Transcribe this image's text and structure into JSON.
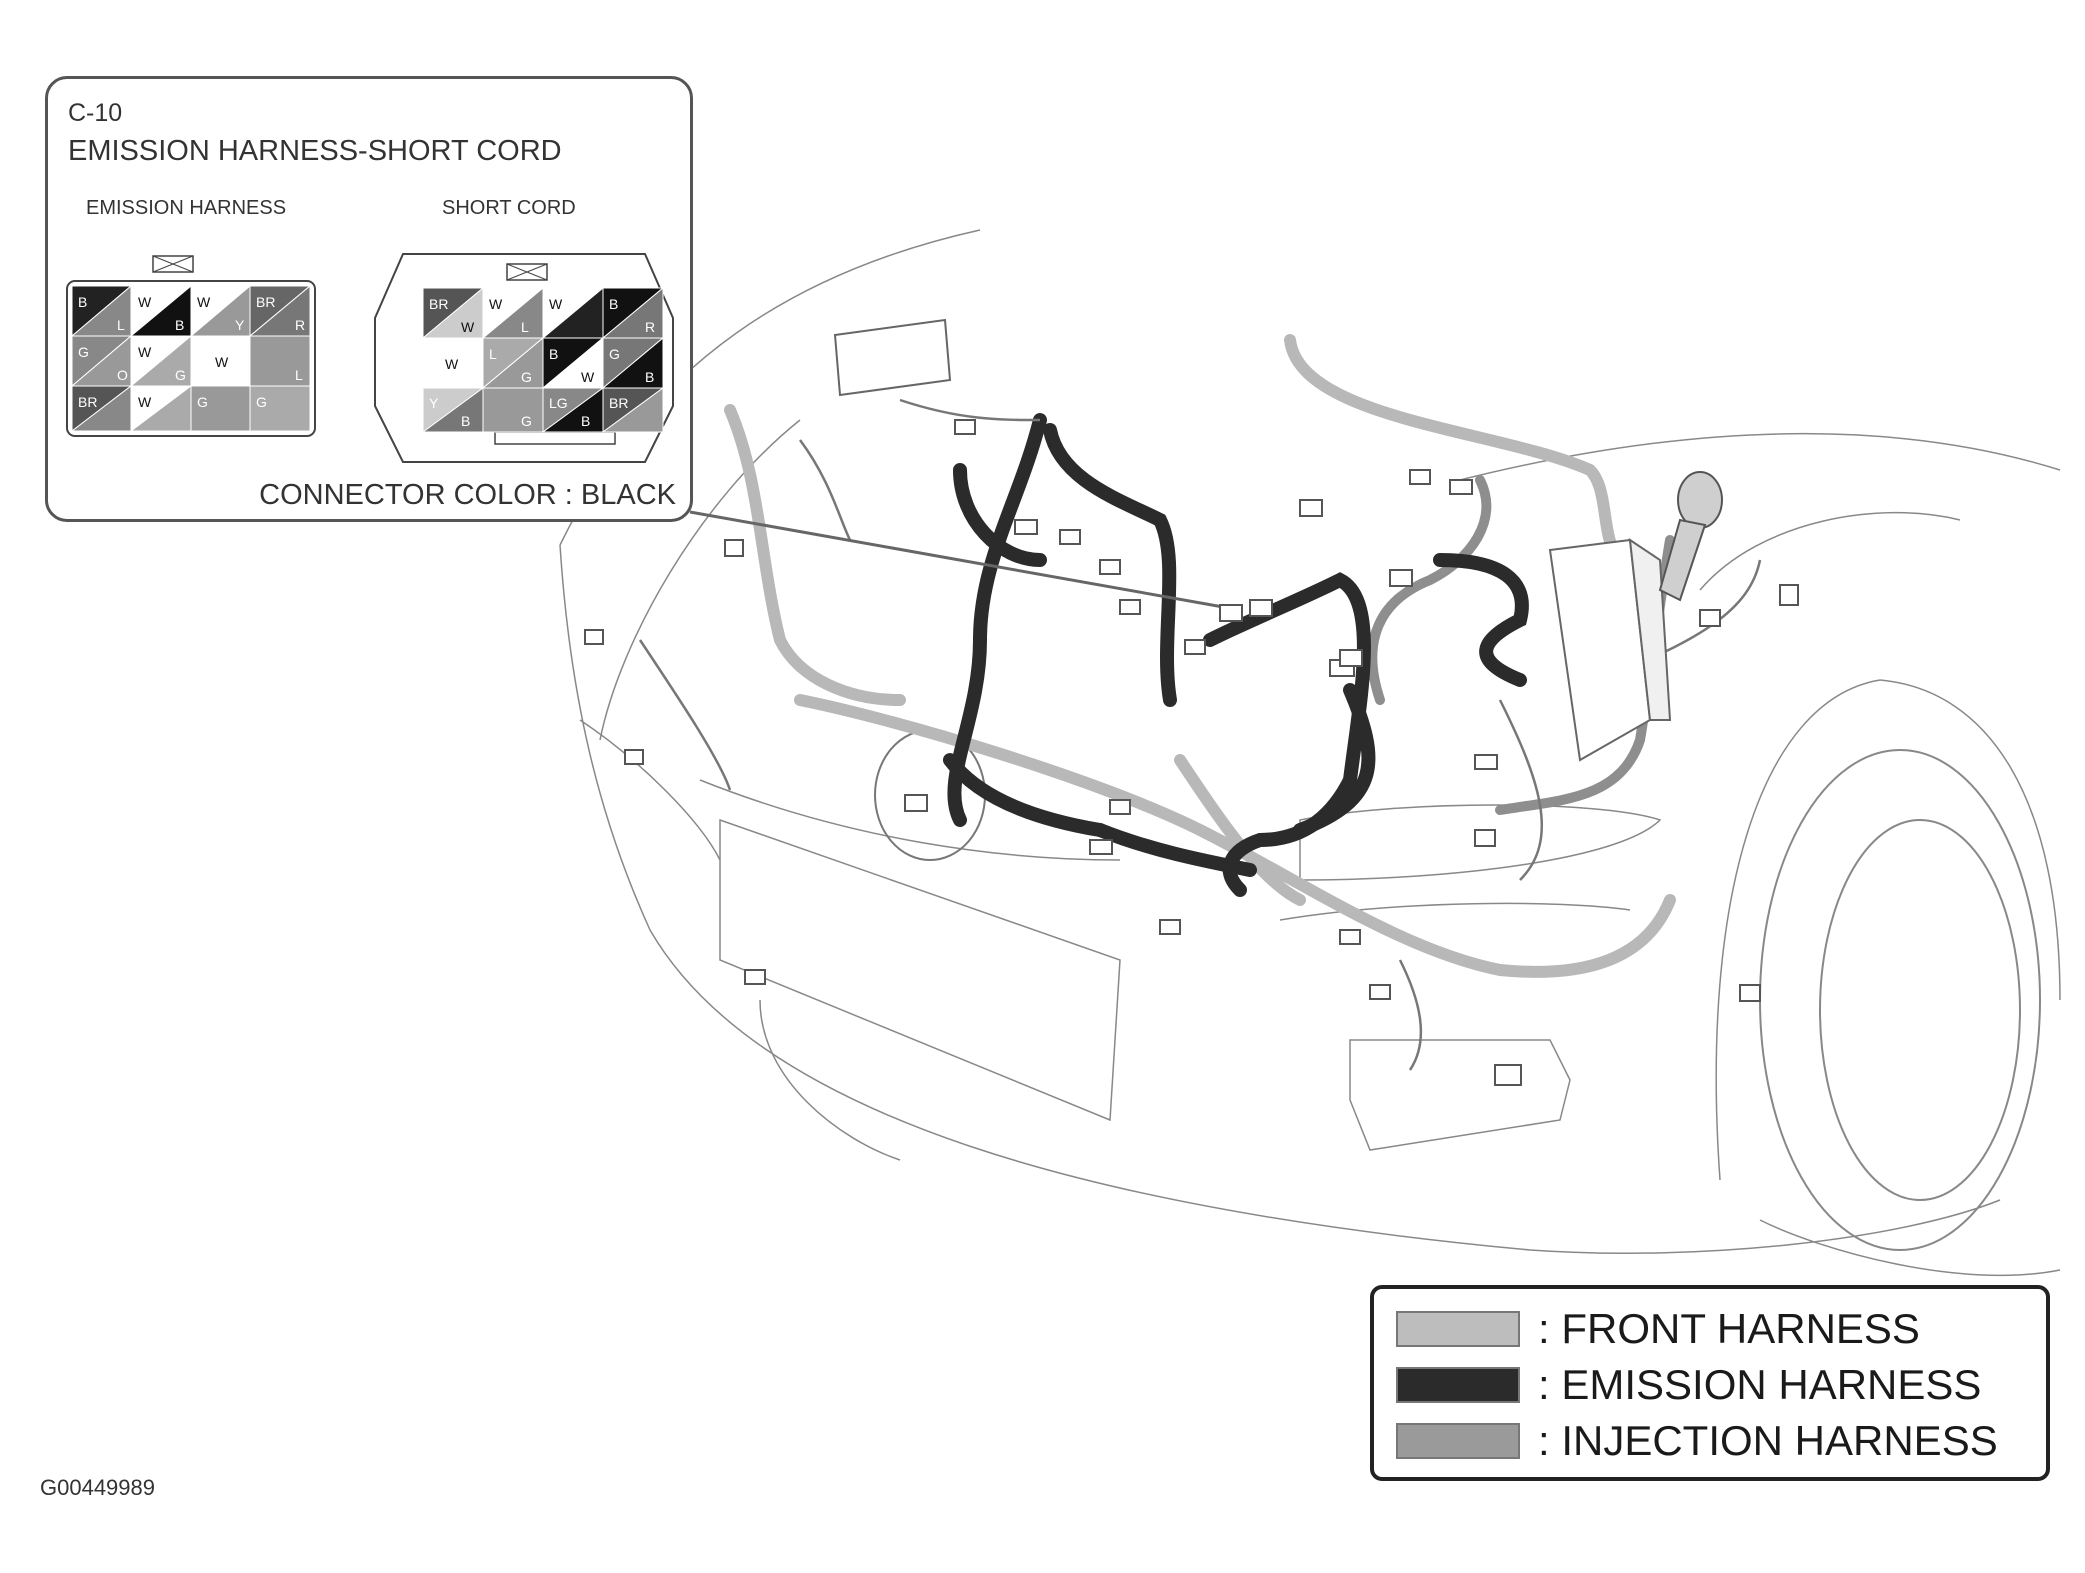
{
  "callout": {
    "connector_code": "C-10",
    "title": "EMISSION HARNESS-SHORT CORD",
    "left_label": "EMISSION HARNESS",
    "right_label": "SHORT CORD",
    "connector_color": "CONNECTOR COLOR : BLACK",
    "emission_pins": {
      "row1": [
        "B",
        "W",
        "W",
        "BR"
      ],
      "row1_lower": [
        "L",
        "B",
        "Y",
        "R"
      ],
      "row2": [
        "G",
        "W",
        "W",
        ""
      ],
      "row2_lower": [
        "O",
        "G",
        "",
        "L"
      ],
      "row3": [
        "BR",
        "W",
        "G",
        "G"
      ],
      "row3_lower": [
        "",
        "",
        "",
        ""
      ]
    },
    "short_pins": {
      "row1": [
        "BR",
        "W",
        "W",
        "B"
      ],
      "row1_lower": [
        "W",
        "L",
        "",
        "R"
      ],
      "row2": [
        "W",
        "L",
        "B",
        "G"
      ],
      "row2_lower": [
        "",
        "G",
        "W",
        "B"
      ],
      "row3": [
        "Y",
        "",
        "LG",
        "BR"
      ],
      "row3_lower": [
        "B",
        "G",
        "B",
        ""
      ]
    }
  },
  "legend": {
    "items": [
      {
        "label": ": FRONT HARNESS",
        "color": "#bdbdbd"
      },
      {
        "label": ": EMISSION HARNESS",
        "color": "#2b2b2b"
      },
      {
        "label": ": INJECTION HARNESS",
        "color": "#9a9a9a"
      }
    ]
  },
  "figure_id": "G00449989"
}
